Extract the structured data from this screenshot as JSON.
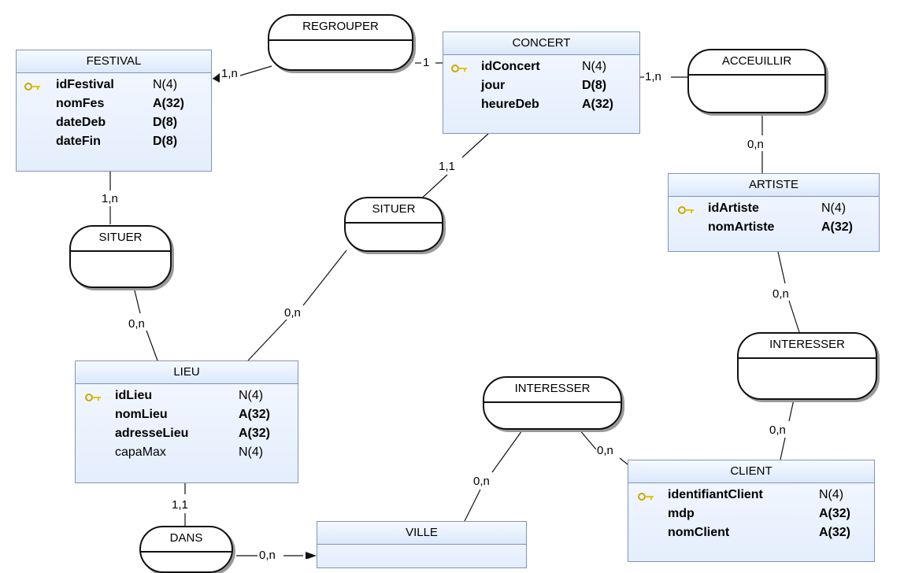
{
  "entities": {
    "festival": {
      "title": "FESTIVAL",
      "attrs": [
        {
          "name": "idFestival",
          "type": "N(4)"
        },
        {
          "name": "nomFes",
          "type": "A(32)"
        },
        {
          "name": "dateDeb",
          "type": "D(8)"
        },
        {
          "name": "dateFin",
          "type": "D(8)"
        }
      ]
    },
    "concert": {
      "title": "CONCERT",
      "attrs": [
        {
          "name": "idConcert",
          "type": "N(4)"
        },
        {
          "name": "jour",
          "type": "D(8)"
        },
        {
          "name": "heureDeb",
          "type": "A(32)"
        }
      ]
    },
    "artiste": {
      "title": "ARTISTE",
      "attrs": [
        {
          "name": "idArtiste",
          "type": "N(4)"
        },
        {
          "name": "nomArtiste",
          "type": "A(32)"
        }
      ]
    },
    "lieu": {
      "title": "LIEU",
      "attrs": [
        {
          "name": "idLieu",
          "type": "N(4)"
        },
        {
          "name": "nomLieu",
          "type": "A(32)"
        },
        {
          "name": "adresseLieu",
          "type": "A(32)"
        },
        {
          "name": "capaMax",
          "type": "N(4)"
        }
      ]
    },
    "client": {
      "title": "CLIENT",
      "attrs": [
        {
          "name": "identifiantClient",
          "type": "N(4)"
        },
        {
          "name": "mdp",
          "type": "A(32)"
        },
        {
          "name": "nomClient",
          "type": "A(32)"
        }
      ]
    },
    "ville": {
      "title": "VILLE"
    }
  },
  "associations": {
    "regrouper": "REGROUPER",
    "acceuillir": "ACCEUILLIR",
    "situer_concert": "SITUER",
    "situer_festival": "SITUER",
    "interesser_artiste": "INTERESSER",
    "interesser_ville": "INTERESSER",
    "dans": "DANS"
  },
  "cardinalities": {
    "festival_regrouper": "1,n",
    "concert_regrouper": "1",
    "concert_acceuillir": "1,n",
    "artiste_acceuillir": "0,n",
    "concert_situer": "1,1",
    "lieu_situer_concert": "0,n",
    "festival_situer": "1,n",
    "lieu_situer_festival": "0,n",
    "artiste_interesser": "0,n",
    "client_interesser": "0,n",
    "client_interesser_ville": "0,n",
    "ville_interesser": "0,n",
    "lieu_dans": "1,1",
    "ville_dans": "0,n"
  },
  "colors": {
    "entity_border": "#7f95b8",
    "entity_fill": "#e4eefc",
    "key_icon": "#e8c200",
    "line": "#111111"
  }
}
